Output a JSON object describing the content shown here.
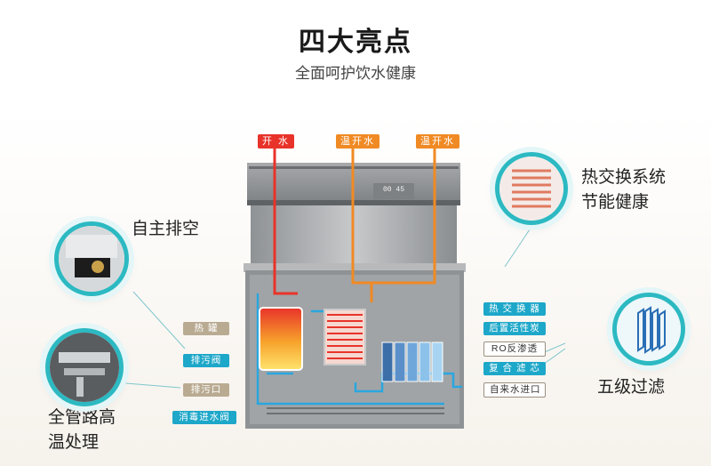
{
  "header": {
    "title": "四大亮点",
    "subtitle": "全面呵护饮水健康"
  },
  "features": {
    "self_exhaust": "自主排空",
    "pipeline_sterilize_line1": "全管路高",
    "pipeline_sterilize_line2": "温处理",
    "heat_exchange_line1": "热交换系统",
    "heat_exchange_line2": "节能健康",
    "filtration": "五级过滤"
  },
  "taps": {
    "boiling": "开 水",
    "warm1": "温开水",
    "warm2": "温开水"
  },
  "labels": {
    "heat_tank": "热 罐",
    "drain_valve": "排污阀",
    "drain_outlet": "排污口",
    "disinfect_inlet_valve": "消毒进水阀",
    "heat_exchanger": "热 交 换 器",
    "post_carbon": "后置活性炭",
    "ro_membrane": "RO反渗透",
    "composite_filter": "复 合 滤 芯",
    "tap_inlet": "自来水进口"
  },
  "display_readout": "00 45",
  "colors": {
    "hot": "#e8332a",
    "warm": "#f08a24",
    "cold": "#2aa7e0",
    "accent": "#2cb9c2"
  }
}
